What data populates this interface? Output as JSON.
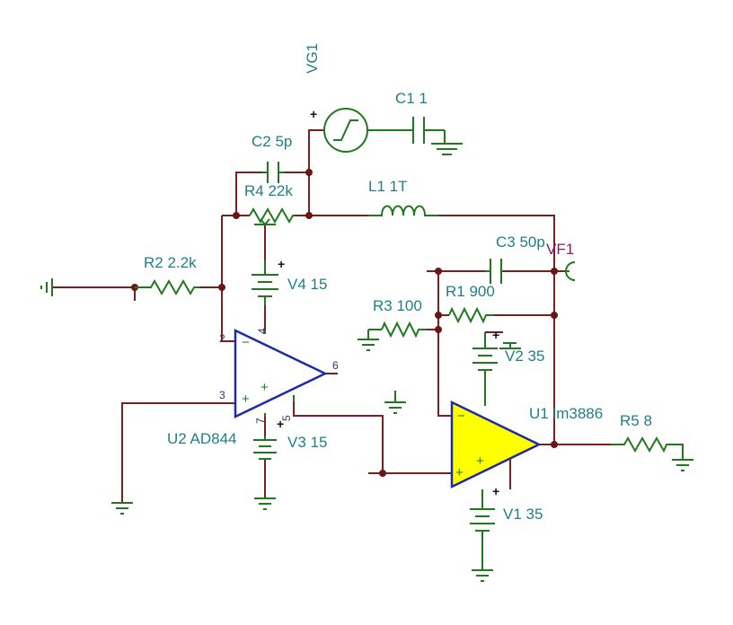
{
  "components": {
    "vg1": "VG1",
    "c1": "C1 1",
    "c2": "C2 5p",
    "r4": "R4 22k",
    "l1": "L1 1T",
    "c3": "C3 50p",
    "vf1": "VF1",
    "r2": "R2 2.2k",
    "v4": "V4 15",
    "r1": "R1 900",
    "r3": "R3 100",
    "v2": "V2 35",
    "u1": "U1 lm3886",
    "r5": "R5 8",
    "u2": "U2 AD844",
    "v3": "V3 15",
    "v1": "V1 35"
  },
  "pins": {
    "u2_2": "2",
    "u2_3": "3",
    "u2_4": "4",
    "u2_6": "6",
    "u2_7": "7",
    "u2_5": "5"
  },
  "signs": {
    "plus": "+",
    "minus": "−"
  },
  "colors": {
    "wire": "#7a1f1f",
    "component": "#1f7a1f",
    "label": "#1f7f86",
    "opamp_fill_u1": "#ffff00",
    "opamp_outline": "#1f2aa8"
  }
}
